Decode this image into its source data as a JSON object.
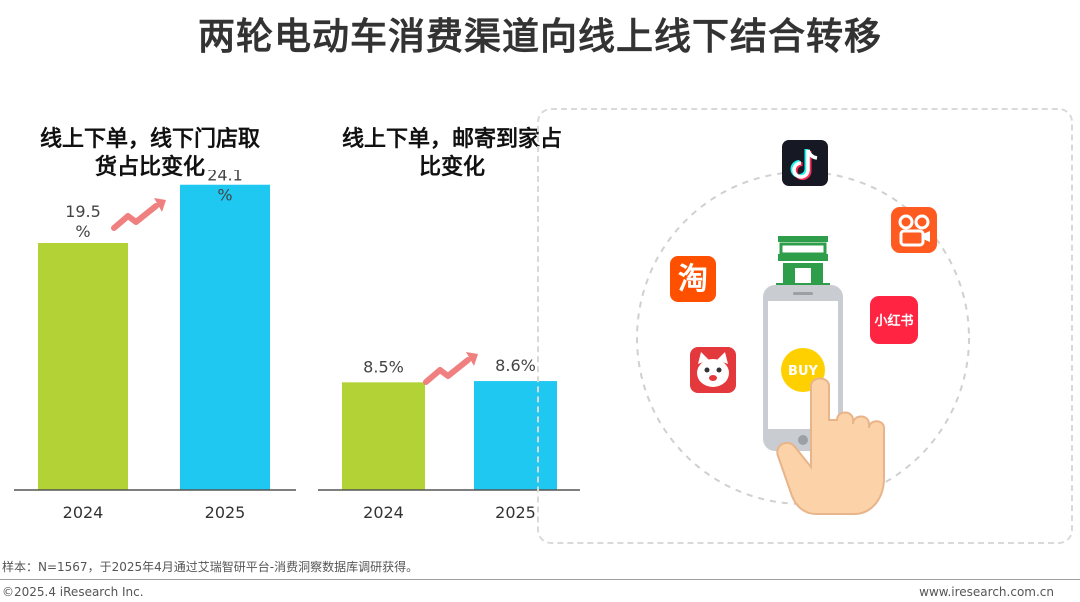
{
  "title": "两轮电动车消费渠道向线上线下结合转移",
  "chart_data": [
    {
      "type": "bar",
      "title": "线上下单，线下门店取货占比变化",
      "title_lines": [
        "线上下单，线下门店取",
        "货占比变化"
      ],
      "categories": [
        "2024",
        "2025"
      ],
      "values": [
        19.5,
        24.1
      ],
      "value_unit": "%",
      "ylim": [
        0,
        30
      ],
      "colors": [
        "#b3d235",
        "#1ec8f0"
      ]
    },
    {
      "type": "bar",
      "title": "线上下单，邮寄到家占比变化",
      "title_lines": [
        "线上下单，邮寄到家占",
        "比变化"
      ],
      "categories": [
        "2024",
        "2025"
      ],
      "values": [
        8.5,
        8.6
      ],
      "value_unit": "%",
      "ylim": [
        0,
        30
      ],
      "colors": [
        "#b3d235",
        "#1ec8f0"
      ]
    }
  ],
  "illustration": {
    "platform_icons": [
      "douyin-icon",
      "kuaishou-icon",
      "taobao-icon",
      "xiaohongshu-icon",
      "jd-icon",
      "store-icon"
    ],
    "taobao_glyph": "淘",
    "xiaohongshu_label": "小红书",
    "buy_label": "BUY",
    "colors": {
      "douyin": "#161823",
      "kuaishou": "#ff5a1f",
      "taobao": "#ff5000",
      "xiaohongshu": "#ff2442",
      "jd": "#e4393c",
      "store": "#2e9e4a",
      "buy": "#ffd000",
      "arrow": "#f08080"
    }
  },
  "source_note": "样本：N=1567，于2025年4月通过艾瑞智研平台-消费洞察数据库调研获得。",
  "footer": {
    "left": "©2025.4 iResearch Inc.",
    "right": "www.iresearch.com.cn"
  }
}
